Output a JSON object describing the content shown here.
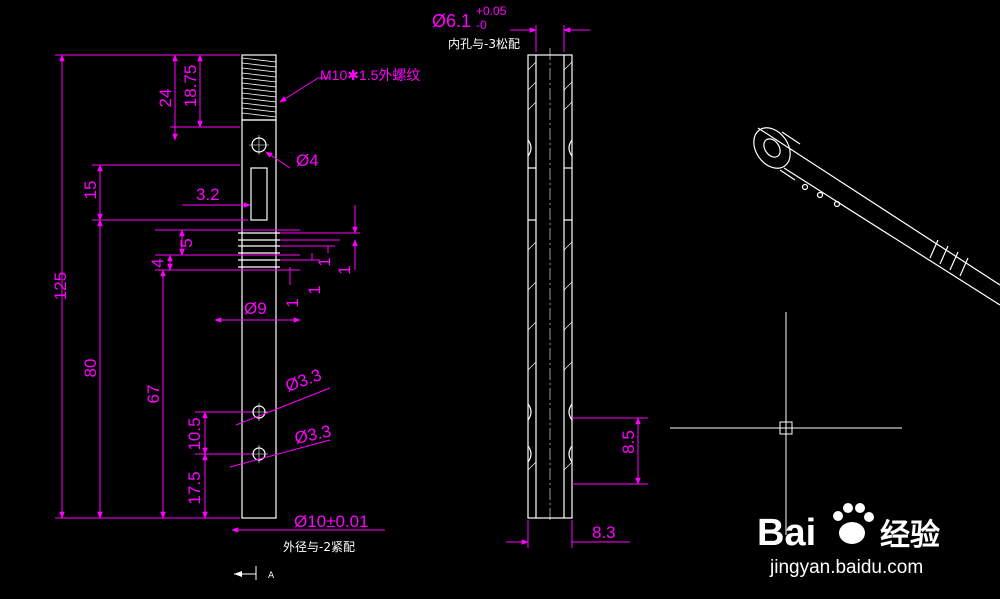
{
  "colors": {
    "background": "#000000",
    "geometry": "#ffffff",
    "dimension": "#ff00ff",
    "centerline": "#cccccc"
  },
  "left_view": {
    "dim_total": "125",
    "dim_80": "80",
    "dim_67": "67",
    "dim_24": "24",
    "dim_18_75": "18.75",
    "dim_15": "15",
    "dim_5": "5",
    "dim_4": "4",
    "dim_3_2": "3.2",
    "dim_10_5": "10.5",
    "dim_17_5": "17.5",
    "dim_1_a": "1",
    "dim_1_b": "1",
    "dim_1_c": "1",
    "dim_1_d": "1",
    "thread_callout": "M10✱1.5外螺纹",
    "hole_d4": "Ø4",
    "groove_d9": "Ø9",
    "hole_d33_a": "Ø3.3",
    "hole_d33_b": "Ø3.3",
    "outer_d": "Ø10±0.01",
    "outer_note": "外径与-2紧配",
    "section_marker": "A"
  },
  "section_view": {
    "bore_dia": "Ø6.1",
    "bore_tol_upper": "+0.05",
    "bore_tol_lower": "-0",
    "bore_note": "内孔与-3松配",
    "dim_8_5": "8.5",
    "dim_8_3": "8.3"
  },
  "watermark": {
    "brand_left": "Bai",
    "brand_right": "经验",
    "url": "jingyan.baidu.com",
    "paw-icon": "paw-icon"
  }
}
